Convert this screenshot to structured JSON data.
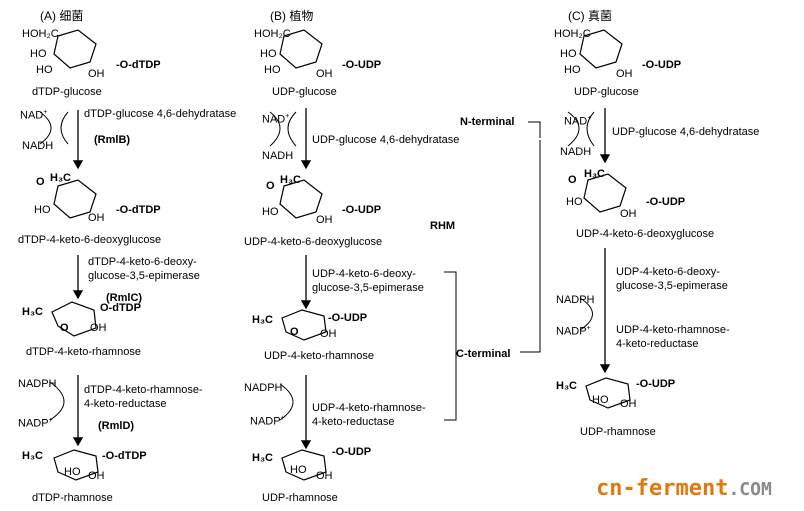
{
  "columns": {
    "A": {
      "header": "(A) 细菌",
      "compounds": [
        "dTDP-glucose",
        "dTDP-4-keto-6-deoxyglucose",
        "dTDP-4-keto-rhamnose",
        "dTDP-rhamnose"
      ],
      "nucleotide": "dTDP",
      "steps": [
        {
          "enzyme_line1": "dTDP-glucose 4,6-dehydratase",
          "enzyme_line2": "",
          "gene": "(RmlB)",
          "cofactor_in": "NAD+",
          "cofactor_out": "NADH"
        },
        {
          "enzyme_line1": "dTDP-4-keto-6-deoxy-",
          "enzyme_line2": "glucose-3,5-epimerase",
          "gene": "(RmlC)"
        },
        {
          "enzyme_line1": "dTDP-4-keto-rhamnose-",
          "enzyme_line2": "4-keto-reductase",
          "gene": "(RmlD)",
          "cofactor_in": "NADPH",
          "cofactor_out": "NADP+"
        }
      ]
    },
    "B": {
      "header": "(B) 植物",
      "compounds": [
        "UDP-glucose",
        "UDP-4-keto-6-deoxyglucose",
        "UDP-4-keto-rhamnose",
        "UDP-rhamnose"
      ],
      "nucleotide": "UDP",
      "steps": [
        {
          "enzyme_line1": "UDP-glucose 4,6-dehydratase",
          "cofactor_in": "NAD+",
          "cofactor_out": "NADH"
        },
        {
          "enzyme_line1": "UDP-4-keto-6-deoxy-",
          "enzyme_line2": "glucose-3,5-epimerase"
        },
        {
          "enzyme_line1": "UDP-4-keto-rhamnose-",
          "enzyme_line2": "4-keto-reductase",
          "cofactor_in": "NADPH",
          "cofactor_out": "NADP+"
        }
      ],
      "domain_labels": {
        "n_terminal": "N-terminal",
        "c_terminal": "C-terminal",
        "enzyme": "RHM"
      }
    },
    "C": {
      "header": "(C) 真菌",
      "compounds": [
        "UDP-glucose",
        "UDP-4-keto-6-deoxyglucose",
        "UDP-rhamnose"
      ],
      "nucleotide": "UDP",
      "steps": [
        {
          "enzyme_line1": "UDP-glucose 4,6-dehydratase",
          "cofactor_in": "NAD+",
          "cofactor_out": "NADH"
        },
        {
          "enzyme_line1": "UDP-4-keto-6-deoxy-",
          "enzyme_line2": "glucose-3,5-epimerase",
          "enzyme_line3": "UDP-4-keto-rhamnose-",
          "enzyme_line4": "4-keto-reductase",
          "cofactor_in": "NADPH",
          "cofactor_out": "NADP+"
        }
      ]
    }
  },
  "struct_labels": {
    "hoh2c": "HOH₂C",
    "ho": "HO",
    "oh": "OH",
    "h3c": "H₃C",
    "o": "O"
  },
  "watermark": {
    "main": "cn-ferment",
    "suffix": ".COM"
  }
}
